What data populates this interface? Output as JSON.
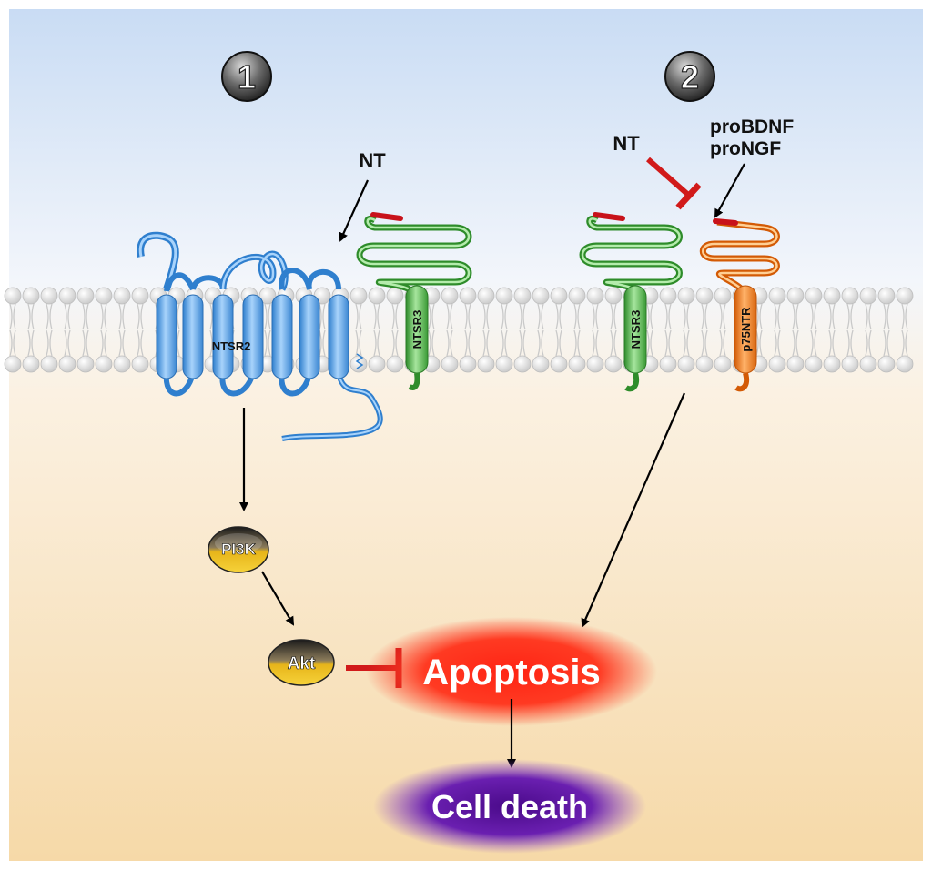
{
  "panels": [
    {
      "number": "1"
    },
    {
      "number": "2"
    }
  ],
  "labels": {
    "nt_panel1": "NT",
    "nt_panel2": "NT",
    "probdnf": "proBDNF",
    "prongf": "proNGF",
    "ntsr2": "NTSR2",
    "ntsr3_panel1": "NTSR3",
    "ntsr3_panel2": "NTSR3",
    "p75ntr": "p75NTR",
    "pi3k": "PI3K",
    "akt": "Akt",
    "apoptosis": "Apoptosis",
    "cell_death": "Cell death"
  },
  "colors": {
    "background_top": "#c9dcf4",
    "background_bottom": "#f6d9a8",
    "membrane_head": "#ffffff",
    "ntsr2_helix": "#5aa3e6",
    "ntsr3_helix": "#54b34e",
    "p75ntr_helix": "#ee7a1c",
    "inhibition": "#d11a1a",
    "apoptosis_glow": "#ff2a1a",
    "cell_death_glow": "#6a1fb0",
    "node_fill_top": "#3a3022",
    "node_fill_bottom": "#f2c21a"
  }
}
